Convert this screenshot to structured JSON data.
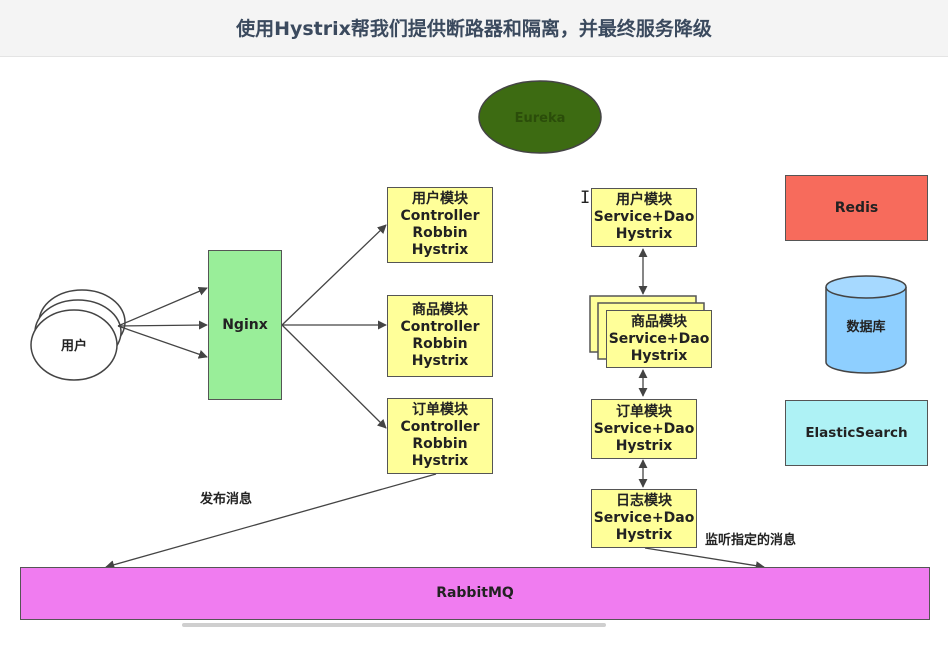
{
  "title": "使用Hystrix帮我们提供断路器和隔离，并最终服务降级",
  "nodes": {
    "eureka": "Eureka",
    "user": "用户",
    "nginx": "Nginx",
    "user_ctrl": "用户模块\nController\nRobbin\nHystrix",
    "goods_ctrl": "商品模块\nController\nRobbin\nHystrix",
    "order_ctrl": "订单模块\nController\nRobbin\nHystrix",
    "user_svc": "用户模块\nService+Dao\nHystrix",
    "goods_svc": "商品模块\nService+Dao\nHystrix",
    "order_svc": "订单模块\nService+Dao\nHystrix",
    "log_svc": "日志模块\nService+Dao\nHystrix",
    "redis": "Redis",
    "database": "数据库",
    "elastic": "ElasticSearch",
    "rabbitmq": "RabbitMQ"
  },
  "labels": {
    "publish": "发布消息",
    "listen": "监听指定的消息"
  },
  "colors": {
    "eureka": "#3d6b12",
    "nginx": "#99ee99",
    "module": "#ffff99",
    "redis": "#f76b5c",
    "database": "#8ecfff",
    "elastic": "#aef2f5",
    "rabbitmq": "#f07cf0"
  }
}
